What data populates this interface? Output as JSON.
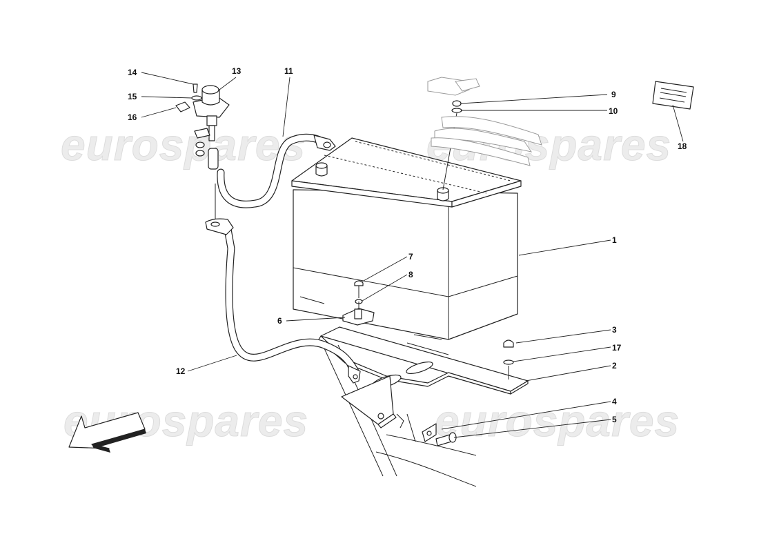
{
  "watermark": {
    "brand": "eurospares"
  },
  "callouts": [
    {
      "id": "1",
      "text": "1"
    },
    {
      "id": "2",
      "text": "2"
    },
    {
      "id": "3",
      "text": "3"
    },
    {
      "id": "4",
      "text": "4"
    },
    {
      "id": "5",
      "text": "5"
    },
    {
      "id": "6",
      "text": "6"
    },
    {
      "id": "7",
      "text": "7"
    },
    {
      "id": "8",
      "text": "8"
    },
    {
      "id": "9",
      "text": "9"
    },
    {
      "id": "10",
      "text": "10"
    },
    {
      "id": "11",
      "text": "11"
    },
    {
      "id": "12",
      "text": "12"
    },
    {
      "id": "13",
      "text": "13"
    },
    {
      "id": "14",
      "text": "14"
    },
    {
      "id": "15",
      "text": "15"
    },
    {
      "id": "16",
      "text": "16"
    },
    {
      "id": "17",
      "text": "17"
    },
    {
      "id": "18",
      "text": "18"
    }
  ],
  "icons": {
    "direction_arrow": "direction-arrow-icon"
  }
}
